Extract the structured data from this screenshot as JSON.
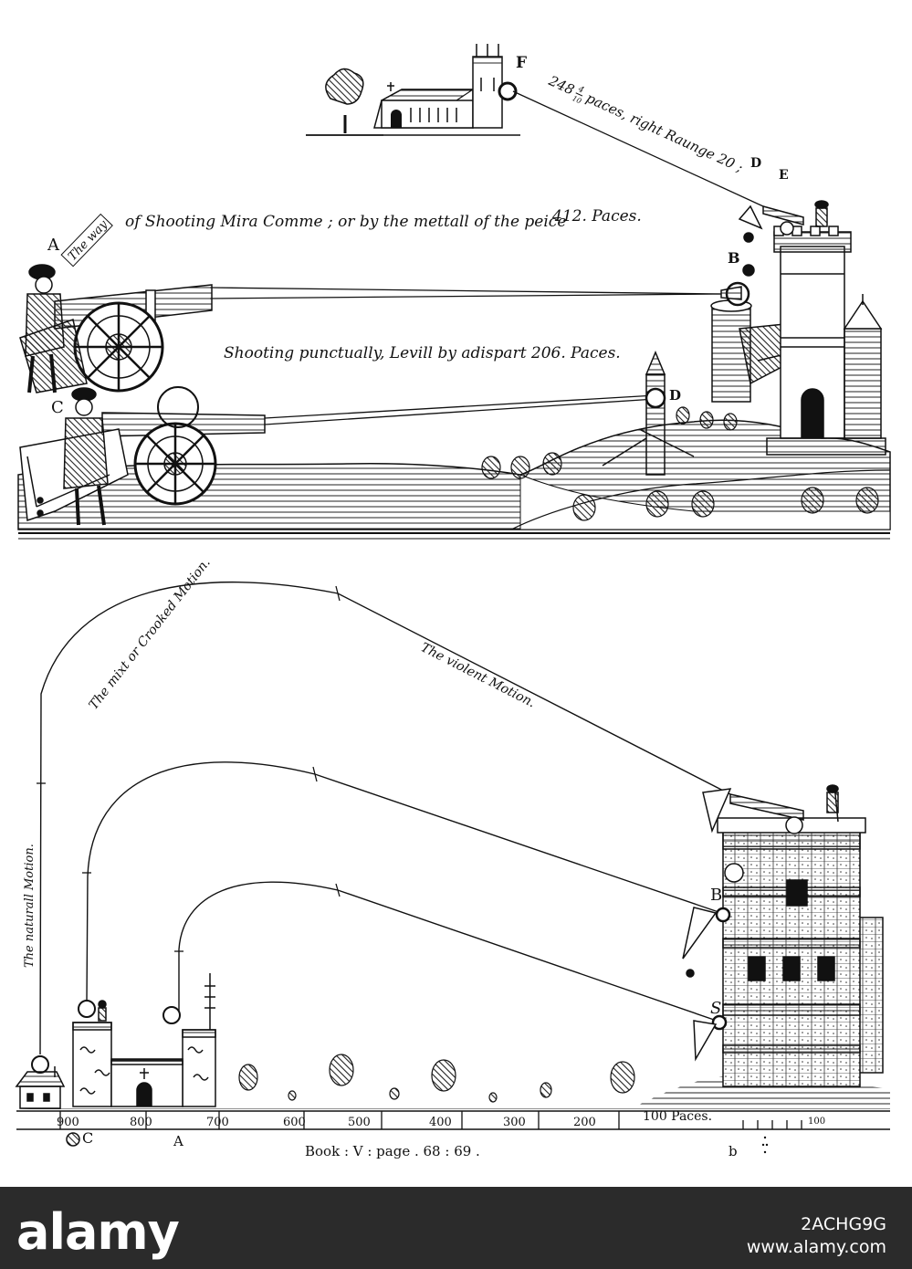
{
  "top_scene": {
    "labels": {
      "A": "A",
      "B": "B",
      "C": "C",
      "D": "D",
      "D2": "D",
      "E": "E",
      "F": "F"
    },
    "text_wayof": "The way",
    "text_mira": "of Shooting Mira Comme ; or by the mettall of the peice",
    "text_412": "412. Paces.",
    "text_punctually": "Shooting punctually, Levill by adispart 206. Paces.",
    "text_248": "248",
    "text_fraction_num": "4",
    "text_fraction_den": "10",
    "text_range": "paces, right Raunge 20 ;"
  },
  "bottom_scene": {
    "text_natural": "The naturall Motion.",
    "text_mixt": "The mixt or Crooked Motion.",
    "text_violent": "The violent Motion.",
    "label_B": "B",
    "label_S": "S",
    "scale_ticks": [
      "900",
      "800",
      "700",
      "600",
      "500",
      "400",
      "300",
      "200",
      "100 Paces."
    ],
    "label_C": "C",
    "label_A": "A",
    "label_b": "b",
    "label_100": "100",
    "caption": "Book : V : page . 68 : 69 ."
  },
  "watermark": {
    "logo": "alamy",
    "code": "2ACHG9G",
    "site": "www.alamy.com"
  }
}
